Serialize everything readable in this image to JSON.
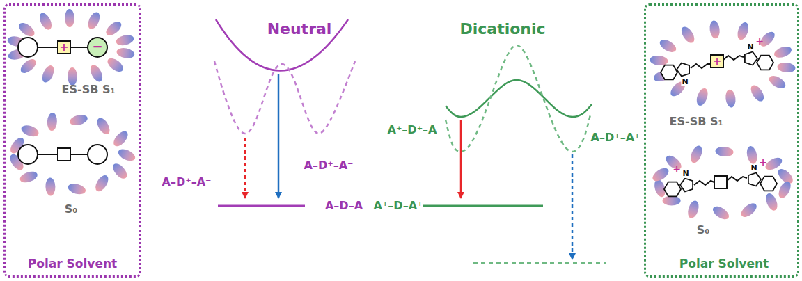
{
  "diagram": {
    "nodes": [
      {
        "text": [
          "ES-SB S₁",
          "S₀",
          "Polar Solvent"
        ]
      },
      {
        "text": [
          "ES-SB S₁",
          "S₀",
          "Polar Solvent"
        ]
      }
    ],
    "labels": [
      "Neutral",
      "Dicationic",
      "A–D⁺–A⁻",
      "A–D⁺–A⁻",
      "A–D–A",
      "A⁺–D⁺–A",
      "A–D⁺–A⁺",
      "A⁺–D–A⁺",
      "+",
      "−",
      "+",
      "N",
      "N",
      "+",
      "N",
      "+",
      "N",
      "+"
    ]
  }
}
